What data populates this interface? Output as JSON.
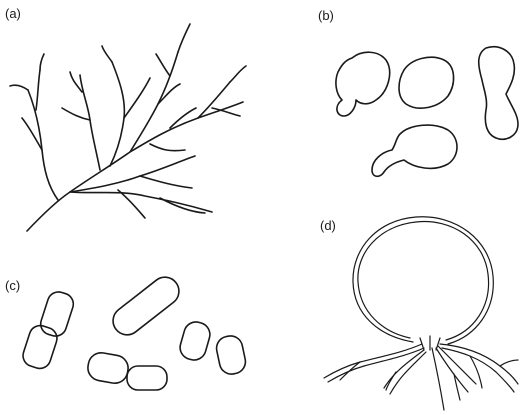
{
  "panels": {
    "a": {
      "label": "(a)"
    },
    "b": {
      "label": "(b)"
    },
    "c": {
      "label": "(c)"
    },
    "d": {
      "label": "(d)"
    }
  },
  "colors": {
    "ink": "#1a1a1a",
    "background": "#ffffff"
  }
}
